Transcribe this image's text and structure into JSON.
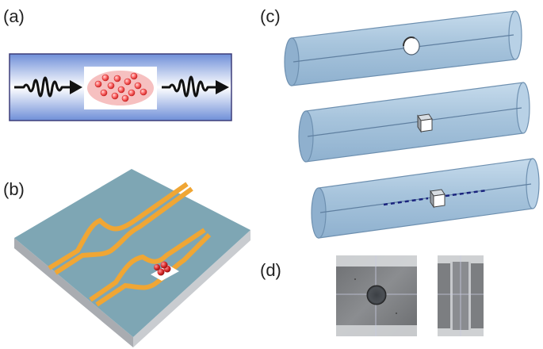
{
  "labels": {
    "a": "(a)",
    "b": "(b)",
    "c": "(c)",
    "d": "(d)"
  },
  "colors": {
    "fiber_blue": "#a9c7de",
    "fiber_edge": "#7fa3c2",
    "waveguide_orange": "#f3a93a",
    "substrate_top": "#7fa7b5",
    "substrate_side": "#b9bcc1",
    "atom_red": "#e03a3a",
    "cloud_pink": "#f6c0c0",
    "pulse_black": "#111111",
    "microscope_gray": "#7d7f82"
  }
}
